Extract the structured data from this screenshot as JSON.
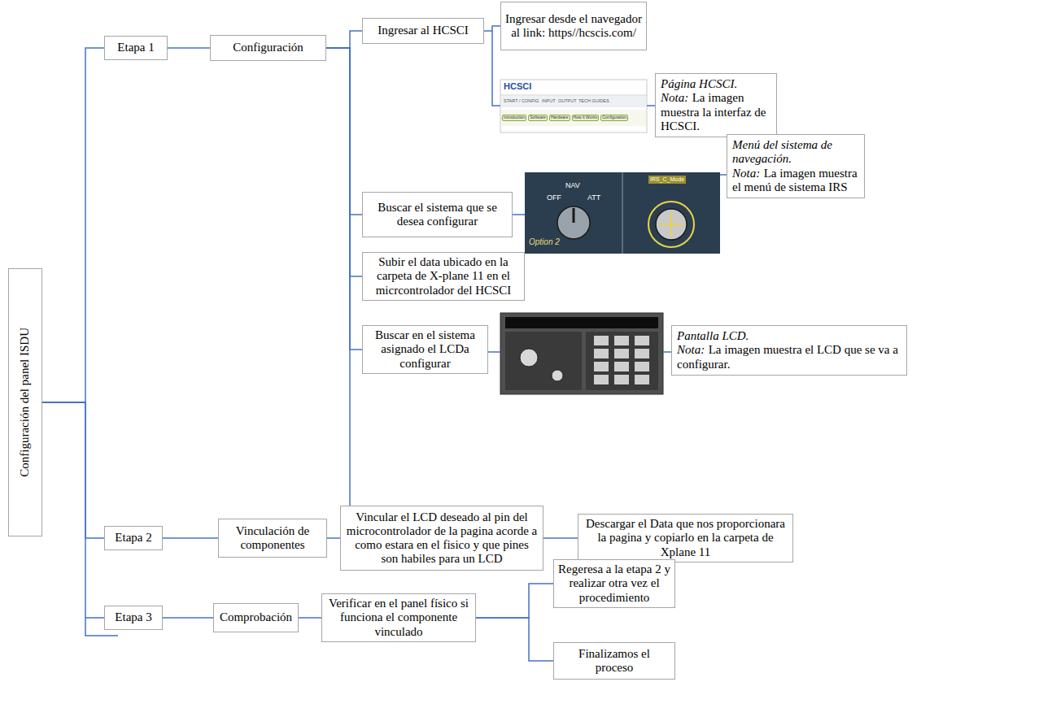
{
  "diagram": {
    "nodes": [
      {
        "text": [
          "Configuración del panel ISDU"
        ]
      },
      {
        "text": [
          "Etapa 1"
        ]
      },
      {
        "text": [
          "Configuración"
        ]
      },
      {
        "text": [
          "Ingresar al HCSCI"
        ]
      },
      {
        "text": [
          "Ingresar desde el navegador al link: https//hcscis.com/"
        ]
      },
      {
        "text": [
          "Página HCSCI.",
          "Nota:",
          "La imagen muestra la interfaz de HCSCI."
        ]
      },
      {
        "text": [
          "Buscar el sistema que se desea configurar"
        ]
      },
      {
        "text": [
          "Menú del sistema de navegación.",
          "Nota:",
          "La imagen muestra el menú de sistema IRS"
        ]
      },
      {
        "text": [
          "Subir el data ubicado en la carpeta de X-plane 11 en el micrcontrolador del HCSCI"
        ]
      },
      {
        "text": [
          "Buscar en el sistema asignado el LCDa configurar"
        ]
      },
      {
        "text": [
          "Pantalla LCD.",
          "Nota:",
          "La imagen muestra el LCD que se va a configurar."
        ]
      },
      {
        "text": [
          "Etapa 2"
        ]
      },
      {
        "text": [
          "Vinculación de componentes"
        ]
      },
      {
        "text": [
          "Vincular el LCD deseado al pin del microcontrolador de la pagina acorde a como estara en el fisico y que pines son habiles para un LCD"
        ]
      },
      {
        "text": [
          "Descargar el Data que nos proporcionara la pagina y copiarlo en la carpeta de Xplane 11"
        ]
      },
      {
        "text": [
          "Etapa 3"
        ]
      },
      {
        "text": [
          "Comprobación"
        ]
      },
      {
        "text": [
          "Verificar en el panel físico si funciona el componente vinculado"
        ]
      },
      {
        "text": [
          "Regeresa a la etapa 2 y realizar otra vez el procedimiento"
        ]
      },
      {
        "text": [
          "Finalizamos el proceso"
        ]
      }
    ],
    "edges": [
      {
        "from": 0,
        "to": 1,
        "arrow": "none"
      },
      {
        "from": 0,
        "to": 11,
        "arrow": "none"
      },
      {
        "from": 0,
        "to": 15,
        "arrow": "none"
      },
      {
        "from": 1,
        "to": 2,
        "arrow": "none"
      },
      {
        "from": 2,
        "to": 3,
        "arrow": "none"
      },
      {
        "from": 3,
        "to": 4,
        "arrow": "none"
      },
      {
        "from": 2,
        "to": 6,
        "arrow": "none"
      },
      {
        "from": 2,
        "to": 8,
        "arrow": "none"
      },
      {
        "from": 2,
        "to": 9,
        "arrow": "none"
      },
      {
        "from": 2,
        "to": 13,
        "arrow": "none"
      },
      {
        "from": 11,
        "to": 12,
        "arrow": "none"
      },
      {
        "from": 12,
        "to": 13,
        "arrow": "none"
      },
      {
        "from": 13,
        "to": 14,
        "arrow": "none"
      },
      {
        "from": 15,
        "to": 16,
        "arrow": "none"
      },
      {
        "from": 16,
        "to": 17,
        "arrow": "none"
      },
      {
        "from": 17,
        "to": 18,
        "arrow": "none"
      },
      {
        "from": 17,
        "to": 19,
        "arrow": "none"
      }
    ],
    "labels": [
      "HCSCI",
      "START / CONFIG",
      "INPUT",
      "OUTPUT",
      "TECH GUIDES",
      "Introduction",
      "Software",
      "Hardware",
      "How It Works",
      "Configuration",
      "OFF",
      "NAV",
      "ATT",
      "Option 2",
      "IRS_C_Mode"
    ]
  }
}
